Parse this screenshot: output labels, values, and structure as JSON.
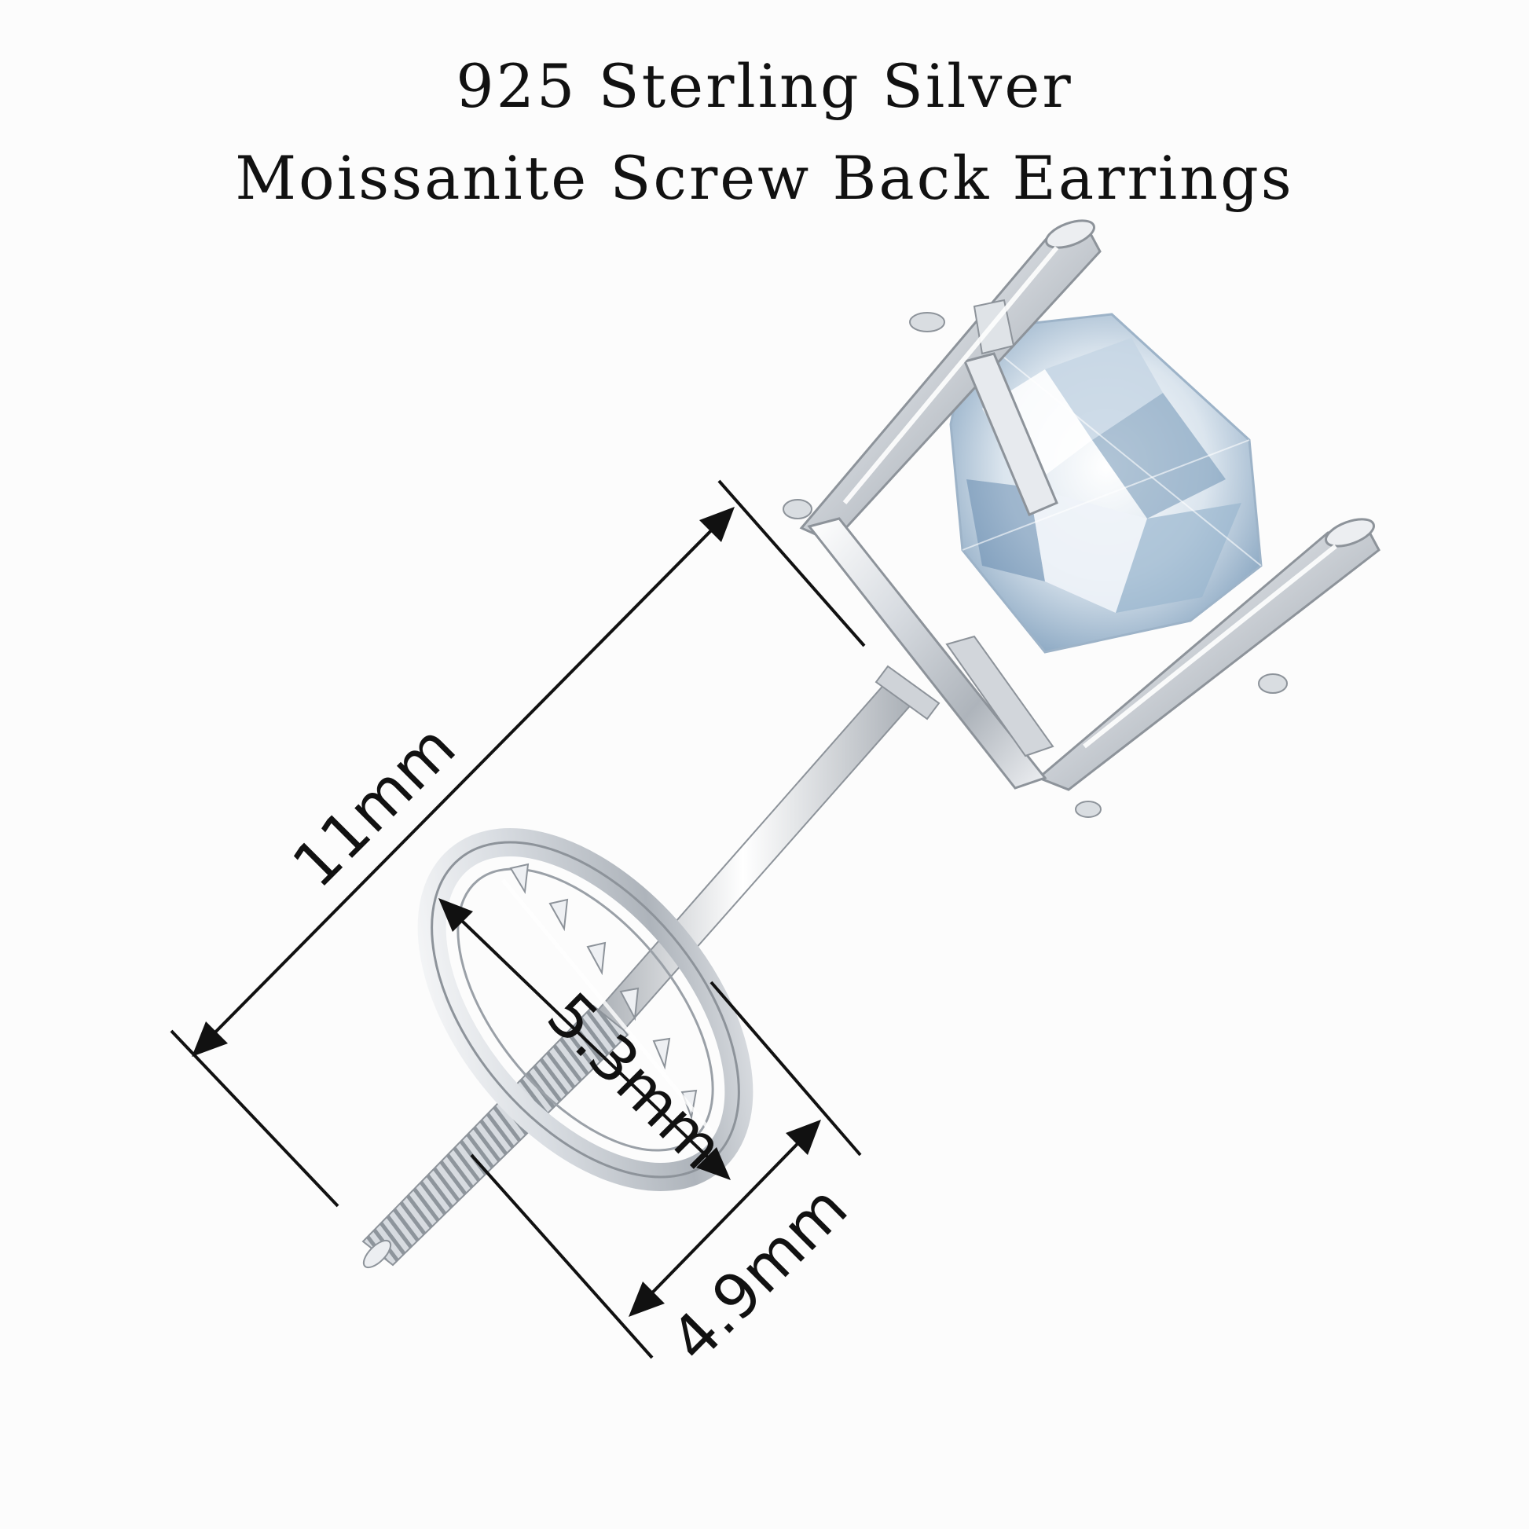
{
  "title": {
    "line1": "925 Sterling Silver",
    "line2": "Moissanite Screw Back Earrings"
  },
  "dimensions": {
    "length": "11mm",
    "back_diameter": "5.3mm",
    "back_depth": "4.9mm"
  },
  "colors": {
    "background": "#fcfcfc",
    "metal": "#c9cdd2",
    "metal_highlight": "#ffffff",
    "metal_shadow": "#8d939a",
    "gem_light": "#f2f6fa",
    "gem_blue": "#7e9fbd",
    "dimension_lines": "#111111"
  }
}
